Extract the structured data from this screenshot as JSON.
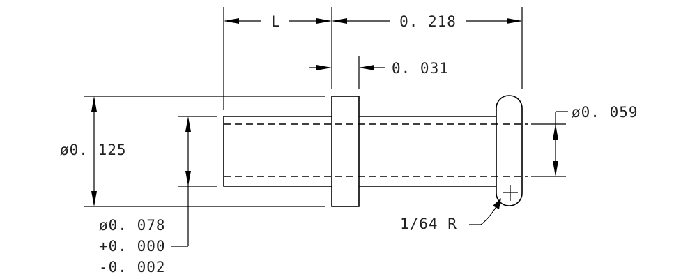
{
  "dimensions": {
    "length_label": "L",
    "overall_length": "0. 218",
    "flange_width": "0. 031",
    "flange_diameter": "ø0. 125",
    "head_diameter": "ø0. 059",
    "shank_diameter": "ø0. 078",
    "shank_tol_plus": "+0. 000",
    "shank_tol_minus": "-0. 002",
    "head_radius": "1/64 R"
  }
}
